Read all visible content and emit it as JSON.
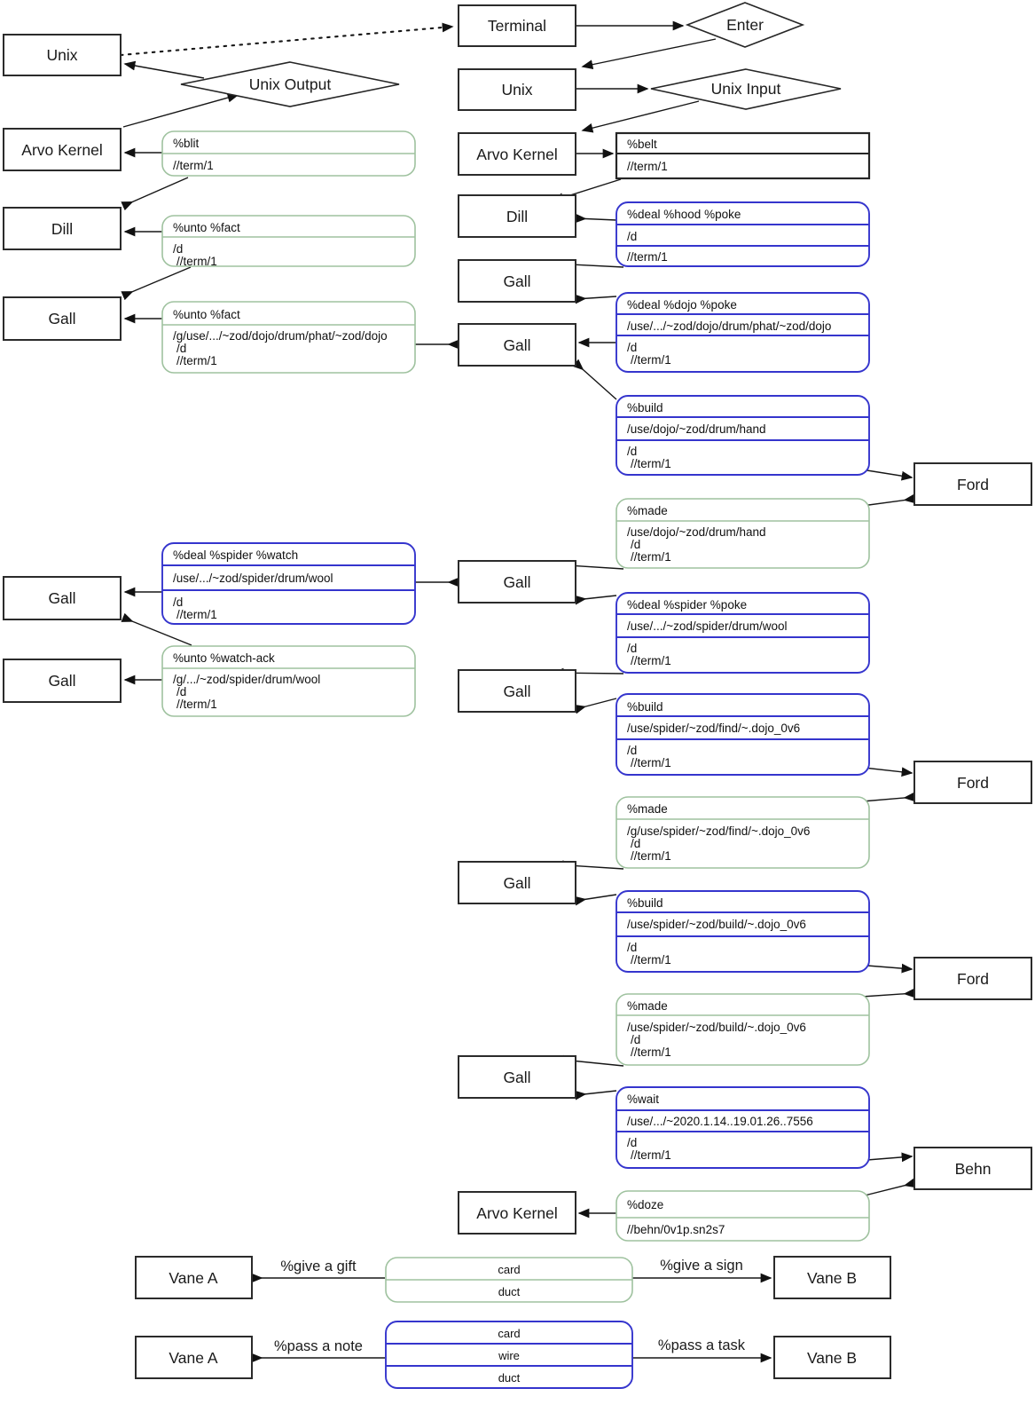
{
  "nodes": {
    "unix": "Unix",
    "terminal": "Terminal",
    "arvo": "Arvo Kernel",
    "dill": "Dill",
    "gall": "Gall",
    "ford": "Ford",
    "behn": "Behn",
    "vane_a": "Vane A",
    "vane_b": "Vane B",
    "unix_output": "Unix Output",
    "unix_input": "Unix Input",
    "enter": "Enter"
  },
  "cards": {
    "blit": {
      "rows": [
        "%blit",
        "//term/1"
      ]
    },
    "unto_fact_dill": {
      "rows": [
        "%unto %fact",
        "/d",
        "//term/1"
      ]
    },
    "unto_fact_gall": {
      "rows": [
        "%unto %fact",
        "/g/use/.../~zod/dojo/drum/phat/~zod/dojo",
        "/d",
        "//term/1"
      ]
    },
    "deal_spider_watch": {
      "rows": [
        "%deal %spider %watch",
        "/use/.../~zod/spider/drum/wool",
        "/d",
        "//term/1"
      ]
    },
    "unto_watch_ack": {
      "rows": [
        "%unto %watch-ack",
        "/g/.../~zod/spider/drum/wool",
        "/d",
        "//term/1"
      ]
    },
    "belt": {
      "rows": [
        "%belt",
        "//term/1"
      ]
    },
    "deal_hood_poke": {
      "rows": [
        "%deal %hood %poke",
        "/d",
        "//term/1"
      ]
    },
    "deal_dojo_poke": {
      "rows": [
        "%deal %dojo %poke",
        "/use/.../~zod/dojo/drum/phat/~zod/dojo",
        "/d",
        "//term/1"
      ]
    },
    "build_hand": {
      "rows": [
        "%build",
        "/use/dojo/~zod/drum/hand",
        "/d",
        "//term/1"
      ]
    },
    "made_hand": {
      "rows": [
        "%made",
        "/use/dojo/~zod/drum/hand",
        "/d",
        "//term/1"
      ]
    },
    "deal_spider_poke": {
      "rows": [
        "%deal %spider %poke",
        "/use/.../~zod/spider/drum/wool",
        "/d",
        "//term/1"
      ]
    },
    "build_find": {
      "rows": [
        "%build",
        "/use/spider/~zod/find/~.dojo_0v6",
        "/d",
        "//term/1"
      ]
    },
    "made_find": {
      "rows": [
        "%made",
        "/g/use/spider/~zod/find/~.dojo_0v6",
        "/d",
        "//term/1"
      ]
    },
    "build_build": {
      "rows": [
        "%build",
        "/use/spider/~zod/build/~.dojo_0v6",
        "/d",
        "//term/1"
      ]
    },
    "made_build": {
      "rows": [
        "%made",
        "/use/spider/~zod/build/~.dojo_0v6",
        "/d",
        "//term/1"
      ]
    },
    "wait": {
      "rows": [
        "%wait",
        "/use/.../~2020.1.14..19.01.26..7556",
        "/d",
        "//term/1"
      ]
    },
    "doze": {
      "rows": [
        "%doze",
        "//behn/0v1p.sn2s7"
      ]
    }
  },
  "pipes": {
    "gift": {
      "rows": [
        "card",
        "duct"
      ]
    },
    "note": {
      "rows": [
        "card",
        "wire",
        "duct"
      ]
    }
  },
  "edge_labels": {
    "give_gift": "%give a gift",
    "give_sign": "%give a sign",
    "pass_note": "%pass a note",
    "pass_task": "%pass a task"
  },
  "colors": {
    "green": "#9fc29f",
    "blue": "#3535cd",
    "ink": "#1a1a1a"
  }
}
